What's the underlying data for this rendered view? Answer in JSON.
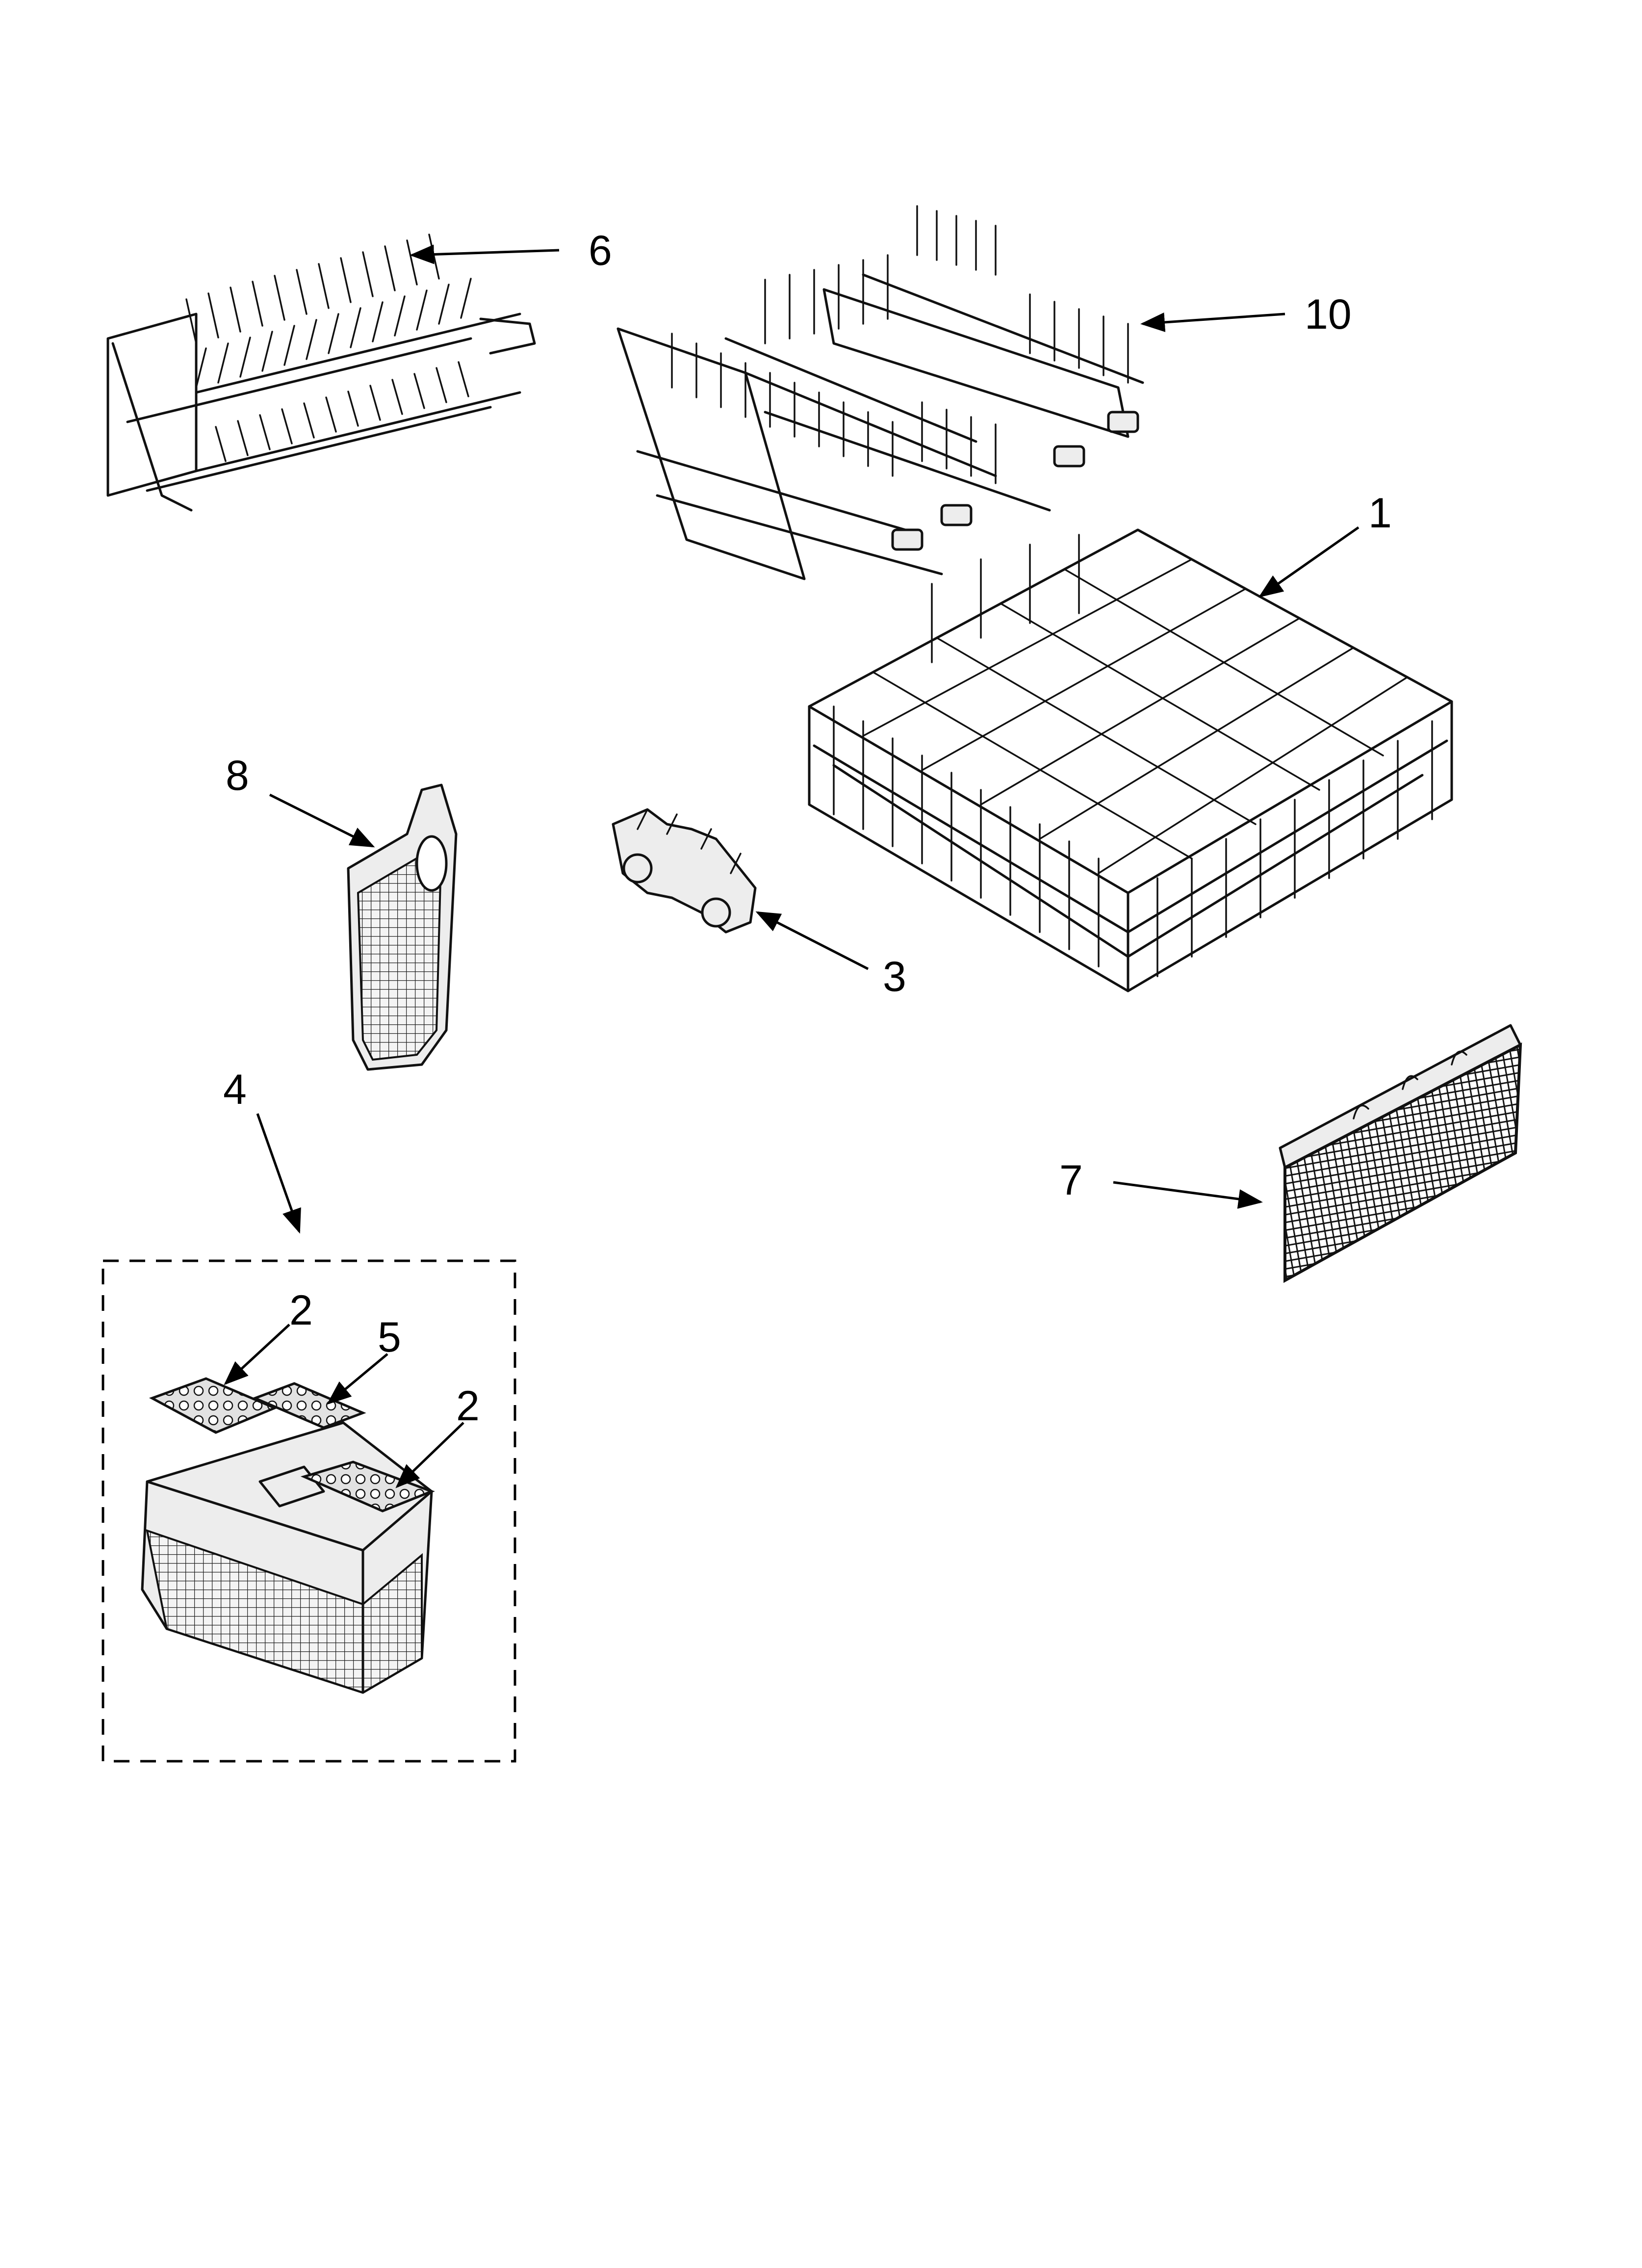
{
  "callouts": {
    "c1": "1",
    "c2a": "2",
    "c2b": "2",
    "c3": "3",
    "c4": "4",
    "c5": "5",
    "c6": "6",
    "c7": "7",
    "c8": "8",
    "c10": "10"
  },
  "colors": {
    "line": "#000000",
    "background": "#ffffff",
    "part_shade": "#ededed"
  }
}
